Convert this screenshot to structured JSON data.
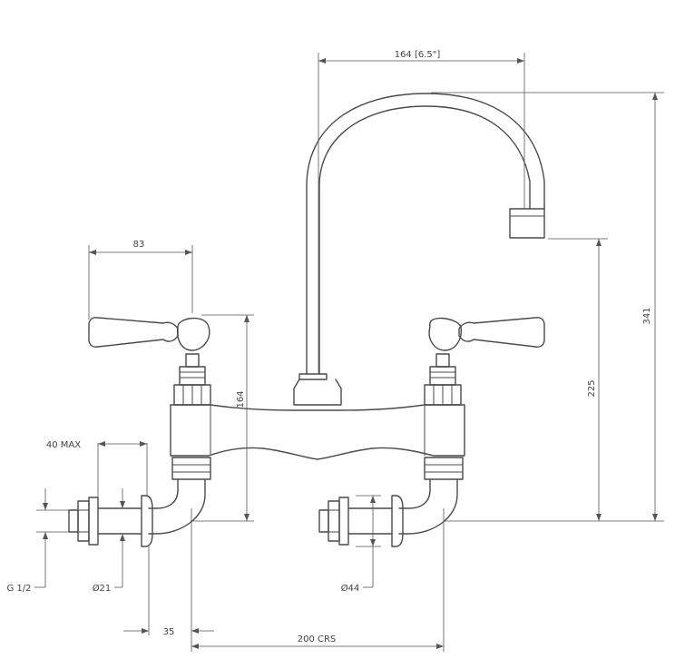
{
  "dimensions": {
    "spout_reach": "164 [6.5\"]",
    "lever_length": "83",
    "total_height": "341",
    "spout_height": "225",
    "body_height": "164",
    "wall_thickness_max": "40 MAX",
    "thread": "G 1/2",
    "pipe_diameter": "Ø21",
    "flange_diameter": "Ø44",
    "wall_offset": "35",
    "centres": "200 CRS"
  },
  "colors": {
    "line": "#4a4a4a",
    "background": "#ffffff"
  }
}
